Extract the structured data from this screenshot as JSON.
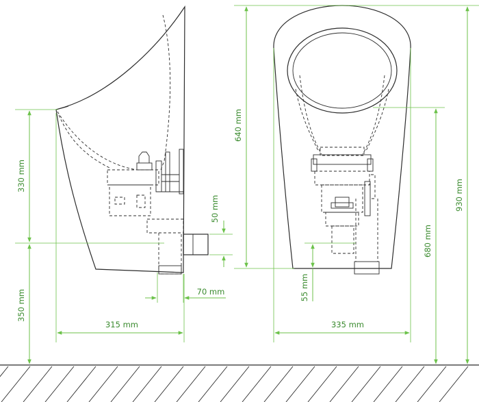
{
  "dimensions": {
    "side_upper_height": "330 mm",
    "side_lower_height": "350 mm",
    "side_depth": "315 mm",
    "outlet_diameter": "50 mm",
    "outlet_projection": "70 mm",
    "front_top_height": "640 mm",
    "front_width": "335 mm",
    "front_inner_height": "55 mm",
    "front_outlet_height": "680 mm",
    "total_height": "930 mm"
  },
  "colors": {
    "dimension": "#6cc24a",
    "dimension_text": "#3a8a2e",
    "outline": "#2b2b2b"
  }
}
